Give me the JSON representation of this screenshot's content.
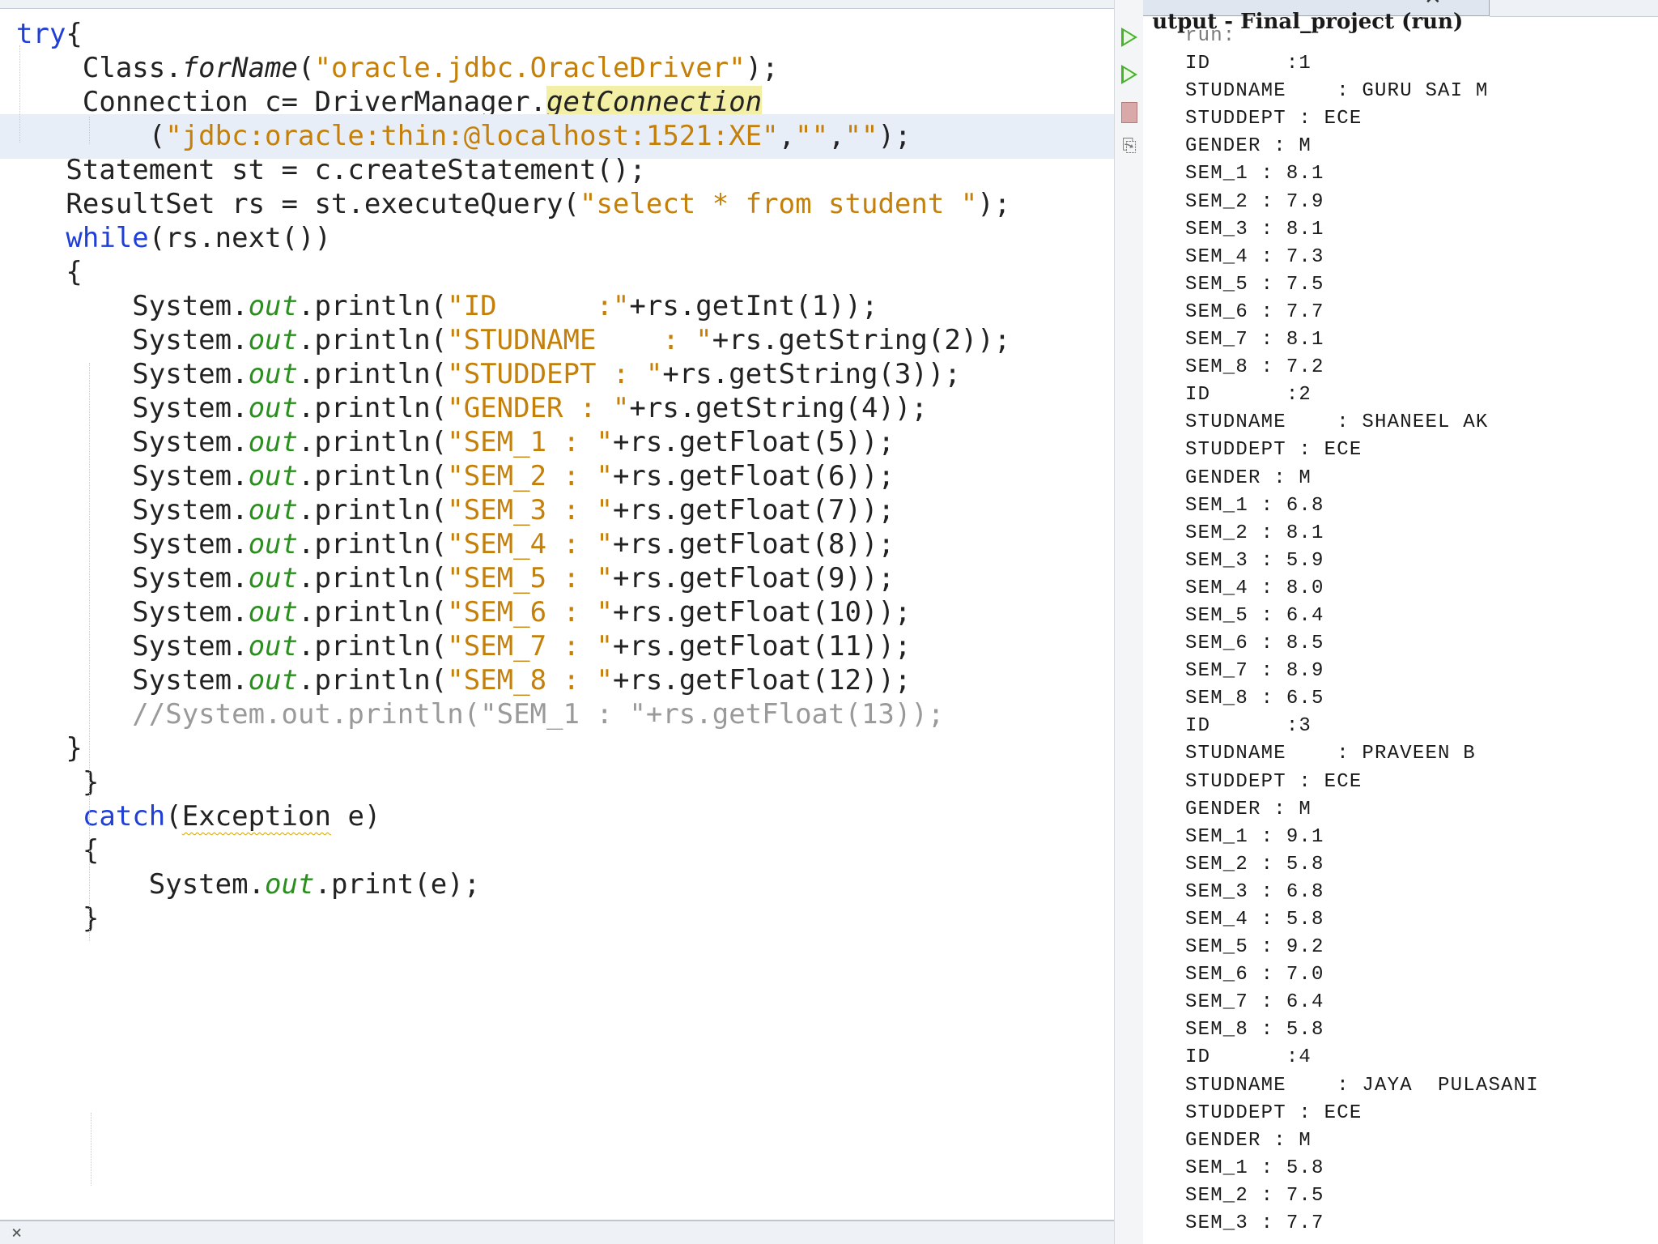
{
  "editor": {
    "lines": [
      [
        {
          "t": "try",
          "c": "kw"
        },
        {
          "t": "{"
        }
      ],
      [
        {
          "t": "    Class."
        },
        {
          "t": "forName",
          "c": "ital"
        },
        {
          "t": "("
        },
        {
          "t": "\"oracle.jdbc.OracleDriver\"",
          "c": "str"
        },
        {
          "t": ");"
        }
      ],
      [
        {
          "t": "    Connection c= DriverManager."
        },
        {
          "t": "getConnection",
          "c": "ital hl"
        }
      ],
      [
        {
          "t": "        ("
        },
        {
          "t": "\"jdbc:oracle:thin:@localhost:1521:XE\"",
          "c": "str"
        },
        {
          "t": ","
        },
        {
          "t": "\"\"",
          "c": "str"
        },
        {
          "t": ","
        },
        {
          "t": "\"\"",
          "c": "str"
        },
        {
          "t": ");"
        }
      ],
      [
        {
          "t": "   Statement st = c.createStatement();"
        }
      ],
      [
        {
          "t": "   ResultSet rs = st.executeQuery("
        },
        {
          "t": "\"select * from student \"",
          "c": "str"
        },
        {
          "t": ");"
        }
      ],
      [
        {
          "t": "   "
        },
        {
          "t": "while",
          "c": "kw"
        },
        {
          "t": "(rs.next())"
        }
      ],
      [
        {
          "t": "   {"
        }
      ],
      [
        {
          "t": "       System."
        },
        {
          "t": "out",
          "c": "fld"
        },
        {
          "t": ".println("
        },
        {
          "t": "\"ID      :\"",
          "c": "str"
        },
        {
          "t": "+rs.getInt(1));"
        }
      ],
      [
        {
          "t": "       System."
        },
        {
          "t": "out",
          "c": "fld"
        },
        {
          "t": ".println("
        },
        {
          "t": "\"STUDNAME    : \"",
          "c": "str"
        },
        {
          "t": "+rs.getString(2));"
        }
      ],
      [
        {
          "t": "       System."
        },
        {
          "t": "out",
          "c": "fld"
        },
        {
          "t": ".println("
        },
        {
          "t": "\"STUDDEPT : \"",
          "c": "str"
        },
        {
          "t": "+rs.getString(3));"
        }
      ],
      [
        {
          "t": "       System."
        },
        {
          "t": "out",
          "c": "fld"
        },
        {
          "t": ".println("
        },
        {
          "t": "\"GENDER : \"",
          "c": "str"
        },
        {
          "t": "+rs.getString(4));"
        }
      ],
      [
        {
          "t": "       System."
        },
        {
          "t": "out",
          "c": "fld"
        },
        {
          "t": ".println("
        },
        {
          "t": "\"SEM_1 : \"",
          "c": "str"
        },
        {
          "t": "+rs.getFloat(5));"
        }
      ],
      [
        {
          "t": "       System."
        },
        {
          "t": "out",
          "c": "fld"
        },
        {
          "t": ".println("
        },
        {
          "t": "\"SEM_2 : \"",
          "c": "str"
        },
        {
          "t": "+rs.getFloat(6));"
        }
      ],
      [
        {
          "t": "       System."
        },
        {
          "t": "out",
          "c": "fld"
        },
        {
          "t": ".println("
        },
        {
          "t": "\"SEM_3 : \"",
          "c": "str"
        },
        {
          "t": "+rs.getFloat(7));"
        }
      ],
      [
        {
          "t": "       System."
        },
        {
          "t": "out",
          "c": "fld"
        },
        {
          "t": ".println("
        },
        {
          "t": "\"SEM_4 : \"",
          "c": "str"
        },
        {
          "t": "+rs.getFloat(8));"
        }
      ],
      [
        {
          "t": "       System."
        },
        {
          "t": "out",
          "c": "fld"
        },
        {
          "t": ".println("
        },
        {
          "t": "\"SEM_5 : \"",
          "c": "str"
        },
        {
          "t": "+rs.getFloat(9));"
        }
      ],
      [
        {
          "t": "       System."
        },
        {
          "t": "out",
          "c": "fld"
        },
        {
          "t": ".println("
        },
        {
          "t": "\"SEM_6 : \"",
          "c": "str"
        },
        {
          "t": "+rs.getFloat(10));"
        }
      ],
      [
        {
          "t": "       System."
        },
        {
          "t": "out",
          "c": "fld"
        },
        {
          "t": ".println("
        },
        {
          "t": "\"SEM_7 : \"",
          "c": "str"
        },
        {
          "t": "+rs.getFloat(11));"
        }
      ],
      [
        {
          "t": "       System."
        },
        {
          "t": "out",
          "c": "fld"
        },
        {
          "t": ".println("
        },
        {
          "t": "\"SEM_8 : \"",
          "c": "str"
        },
        {
          "t": "+rs.getFloat(12));"
        }
      ],
      [
        {
          "t": "       //System.out.println(\"SEM_1 : \"+rs.getFloat(13));",
          "c": "cmt"
        }
      ],
      [
        {
          "t": "   }"
        }
      ],
      [
        {
          "t": "    }"
        }
      ],
      [
        {
          "t": "    "
        },
        {
          "t": "catch",
          "c": "kw"
        },
        {
          "t": "("
        },
        {
          "t": "Exception",
          "c": "squig"
        },
        {
          "t": " e)"
        }
      ],
      [
        {
          "t": "    {"
        }
      ],
      [
        {
          "t": "        System."
        },
        {
          "t": "out",
          "c": "fld"
        },
        {
          "t": ".print(e);"
        }
      ],
      [
        {
          "t": "    }"
        }
      ]
    ],
    "bottom_close": "×"
  },
  "output": {
    "tab_title": "utput - Final_project (run)",
    "tab_close": "✕",
    "lines": [
      "run:",
      "ID      :1",
      "STUDNAME    : GURU SAI M",
      "STUDDEPT : ECE",
      "GENDER : M",
      "SEM_1 : 8.1",
      "SEM_2 : 7.9",
      "SEM_3 : 8.1",
      "SEM_4 : 7.3",
      "SEM_5 : 7.5",
      "SEM_6 : 7.7",
      "SEM_7 : 8.1",
      "SEM_8 : 7.2",
      "ID      :2",
      "STUDNAME    : SHANEEL AK",
      "STUDDEPT : ECE",
      "GENDER : M",
      "SEM_1 : 6.8",
      "SEM_2 : 8.1",
      "SEM_3 : 5.9",
      "SEM_4 : 8.0",
      "SEM_5 : 6.4",
      "SEM_6 : 8.5",
      "SEM_7 : 8.9",
      "SEM_8 : 6.5",
      "ID      :3",
      "STUDNAME    : PRAVEEN B",
      "STUDDEPT : ECE",
      "GENDER : M",
      "SEM_1 : 9.1",
      "SEM_2 : 5.8",
      "SEM_3 : 6.8",
      "SEM_4 : 5.8",
      "SEM_5 : 9.2",
      "SEM_6 : 7.0",
      "SEM_7 : 6.4",
      "SEM_8 : 5.8",
      "ID      :4",
      "STUDNAME    : JAYA  PULASANI",
      "STUDDEPT : ECE",
      "GENDER : M",
      "SEM_1 : 5.8",
      "SEM_2 : 7.5",
      "SEM_3 : 7.7"
    ]
  },
  "toolbar": {
    "buttons": [
      "run-icon",
      "rerun-icon",
      "stop-icon",
      "clear-output-icon"
    ]
  },
  "colors": {
    "keyword": "#1f3fd6",
    "string": "#c4800a",
    "field": "#2a8f1e",
    "comment": "#9a9a9a",
    "highlight": "#f3f0a5",
    "current_line": "#e8eef7"
  }
}
